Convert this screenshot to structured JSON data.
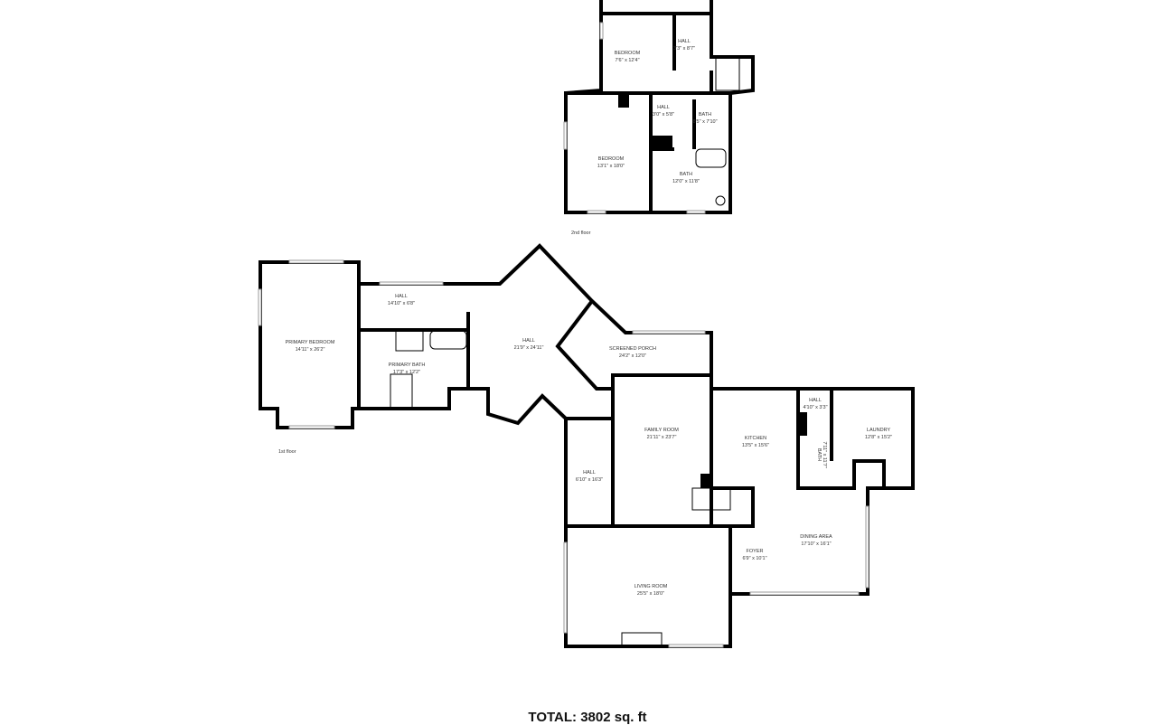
{
  "second_floor": {
    "label": "2nd floor",
    "rooms": [
      {
        "name": "BEDROOM",
        "dims": "7'6\" x 12'4\""
      },
      {
        "name": "HALL",
        "dims": "3'3\" x 8'7\""
      },
      {
        "name": "HALL",
        "dims": "3'0\" x 5'8\""
      },
      {
        "name": "BATH",
        "dims": "8'5\" x 7'10\""
      },
      {
        "name": "BEDROOM",
        "dims": "13'1\" x 18'0\""
      },
      {
        "name": "BATH",
        "dims": "12'0\" x 11'8\""
      }
    ]
  },
  "first_floor": {
    "label": "1st floor",
    "rooms": [
      {
        "name": "PRIMARY BEDROOM",
        "dims": "14'11\" x 26'2\""
      },
      {
        "name": "HALL",
        "dims": "14'10\" x 6'8\""
      },
      {
        "name": "PRIMARY BATH",
        "dims": "17'3\" x 12'2\""
      },
      {
        "name": "HALL",
        "dims": "21'9\" x 24'11\""
      },
      {
        "name": "SCREENED PORCH",
        "dims": "24'2\" x 12'0\""
      },
      {
        "name": "FAMILY ROOM",
        "dims": "21'11\" x 23'7\""
      },
      {
        "name": "HALL",
        "dims": "6'10\" x 16'3\""
      },
      {
        "name": "KITCHEN",
        "dims": "13'5\" x 15'6\""
      },
      {
        "name": "HALL",
        "dims": "4'10\" x 3'3\""
      },
      {
        "name": "BATH",
        "dims": "7'11\" x 11'7\""
      },
      {
        "name": "LAUNDRY",
        "dims": "12'8\" x 15'2\""
      },
      {
        "name": "DINING AREA",
        "dims": "17'10\" x 16'1\""
      },
      {
        "name": "FOYER",
        "dims": "6'9\" x 10'1\""
      },
      {
        "name": "LIVING ROOM",
        "dims": "25'5\" x 18'0\""
      }
    ]
  },
  "total": "TOTAL: 3802 sq. ft"
}
